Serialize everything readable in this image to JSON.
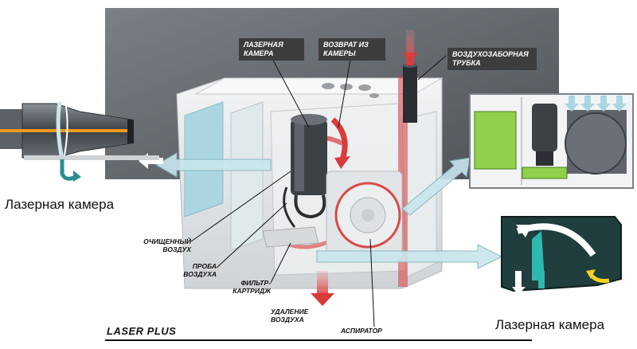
{
  "callouts": {
    "laser_chamber": "ЛАЗЕРНАЯ\nКАМЕРА",
    "chamber_return": "ВОЗВРАТ ИЗ\nКАМЕРЫ",
    "intake_tube": "ВОЗДУХОЗАБОРНАЯ\nТРУБКА"
  },
  "labels": {
    "clean_air": "ОЧИЩЕННЫЙ\nВОЗДУХ",
    "air_sample": "ПРОБА\nВОЗДУХА",
    "filter_cartridge": "ФИЛЬТР-\nКАРТРИДЖ",
    "air_removal": "УДАЛЕНИЕ\nВОЗДУХА",
    "aspirator": "АСПИРАТОР"
  },
  "captions": {
    "left": "Лазерная камера",
    "right": "Лазерная камера"
  },
  "brand": "LASER PLUS",
  "colors": {
    "backdrop": "#5d6166",
    "housing": "#e4e6e8",
    "panel_glass": "#a9d6e0",
    "airflow": "#d93a3a",
    "transfer_arrow": "#c8e6ec",
    "green_block": "#8fd14a",
    "dark_panel": "#1f3e3d",
    "laser_beam": "#f29a1f"
  }
}
